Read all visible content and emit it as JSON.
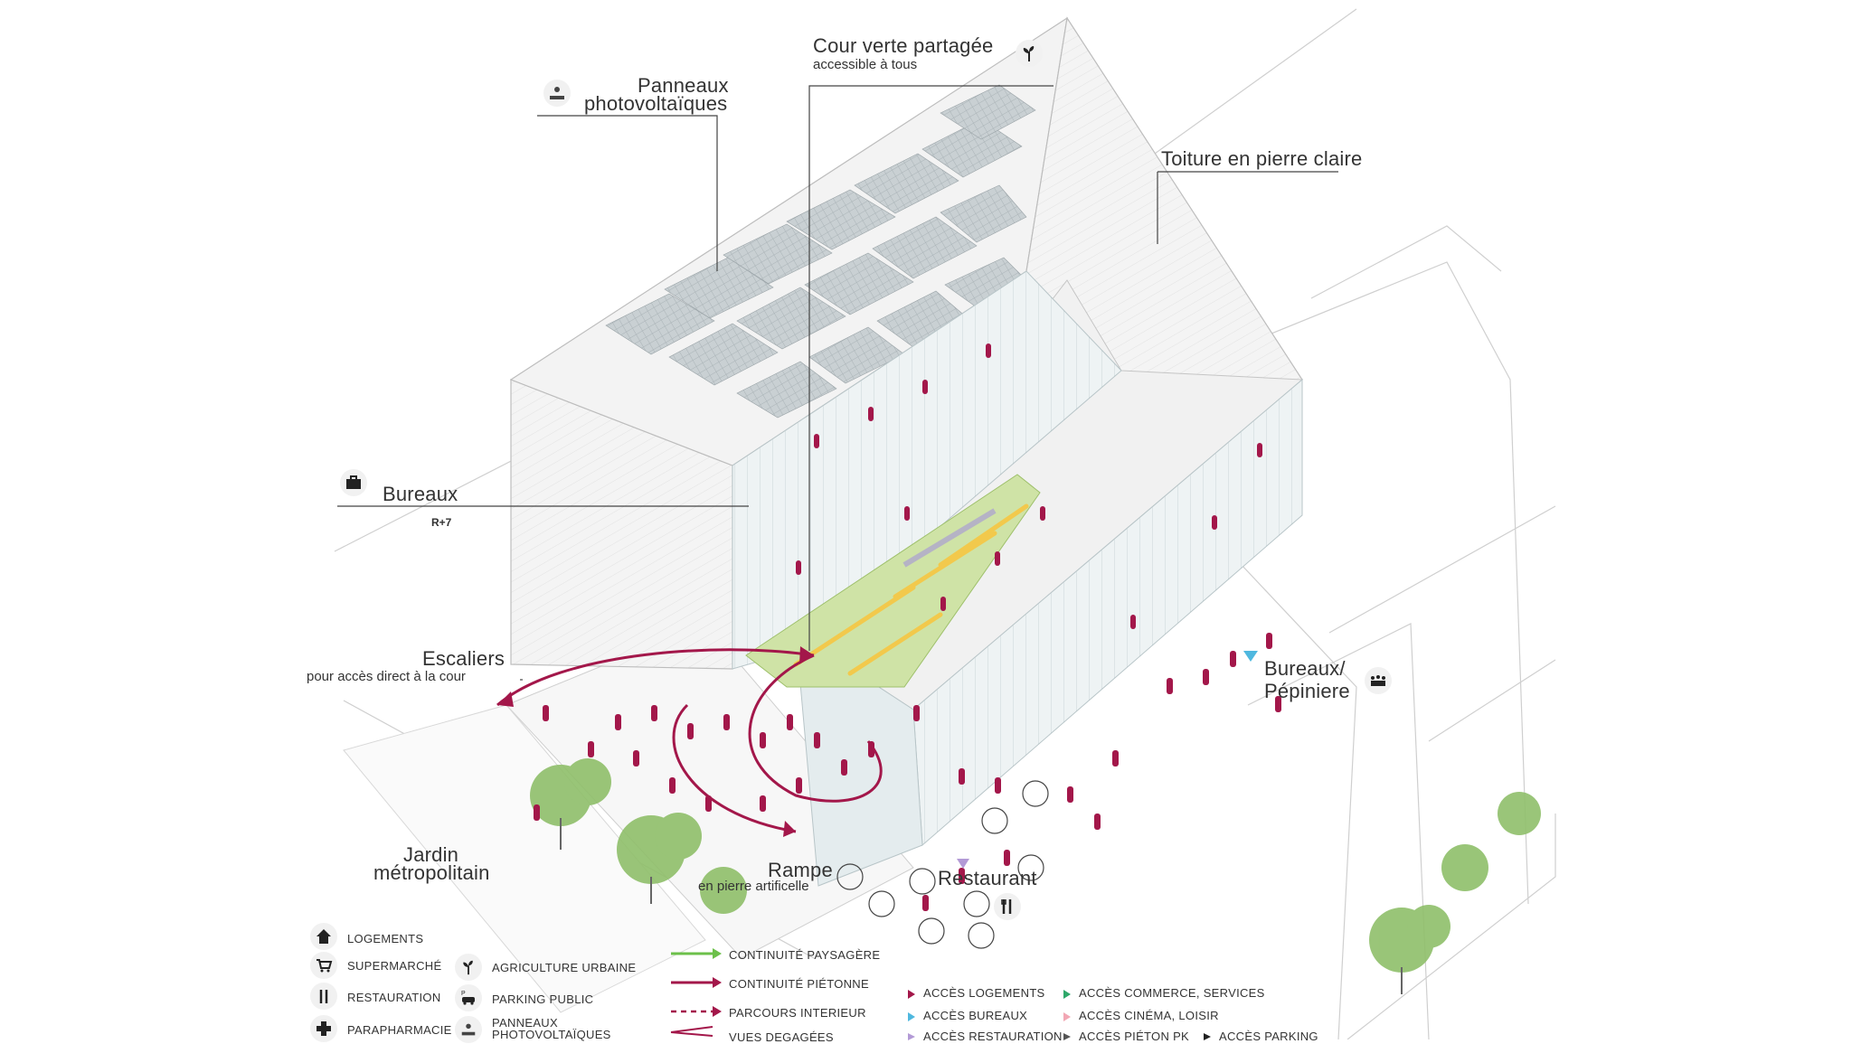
{
  "labels": {
    "panneaux_1": "Panneaux",
    "panneaux_2": "photovoltaïques",
    "cour_title": "Cour verte partagée",
    "cour_sub": "accessible à tous",
    "toiture": "Toiture en pierre claire",
    "bureaux": "Bureaux",
    "bureaux_level": "R+7",
    "escaliers": "Escaliers",
    "escaliers_sub": "pour accès direct à la cour",
    "bureaux_pep_1": "Bureaux/",
    "bureaux_pep_2": "Pépiniere",
    "jardin_1": "Jardin",
    "jardin_2": "métropolitain",
    "rampe": "Rampe",
    "rampe_sub": "en pierre artificelle",
    "restaurant": "Restaurant"
  },
  "legend_uses": [
    {
      "icon": "house-icon",
      "label": "LOGEMENTS"
    },
    {
      "icon": "cart-icon",
      "label": "SUPERMARCHÉ"
    },
    {
      "icon": "cutlery-icon",
      "label": "RESTAURATION"
    },
    {
      "icon": "cross-icon",
      "label": "PARAPHARMACIE"
    },
    {
      "icon": "plant-icon",
      "label": "AGRICULTURE URBAINE"
    },
    {
      "icon": "car-icon",
      "label": "PARKING PUBLIC"
    },
    {
      "icon": "solar-panel-icon",
      "label_1": "PANNEAUX",
      "label_2": "PHOTOVOLTAÏQUES"
    }
  ],
  "legend_lines": [
    {
      "label": "CONTINUITÉ PAYSAGÈRE",
      "color": "#6cc04a"
    },
    {
      "label": "CONTINUITÉ PIÉTONNE",
      "color": "#a3174a"
    },
    {
      "label": "PARCOURS INTERIEUR",
      "color": "#a3174a"
    },
    {
      "label": "VUES DEGAGÉES",
      "color": "#a3174a"
    }
  ],
  "legend_access": [
    {
      "label": "ACCÈS LOGEMENTS",
      "color": "#a3174a"
    },
    {
      "label": "ACCÈS BUREAUX",
      "color": "#4fb8df"
    },
    {
      "label": "ACCÈS RESTAURATION",
      "color": "#b39ad6"
    },
    {
      "label": "ACCÈS COMMERCE, SERVICES",
      "color": "#2ea86a"
    },
    {
      "label": "ACCÈS CINÉMA, LOISIR",
      "color": "#f2a7b4"
    },
    {
      "label": "ACCÈS PIÉTON PK",
      "color": "#555555"
    },
    {
      "label": "ACCÈS PARKING",
      "color": "#222222"
    }
  ],
  "colors": {
    "people": "#a3174a",
    "green_arrow": "#6cc04a",
    "tree": "#8fbf6a",
    "facade": "#e6eef0",
    "roof": "#f2f2f2"
  }
}
